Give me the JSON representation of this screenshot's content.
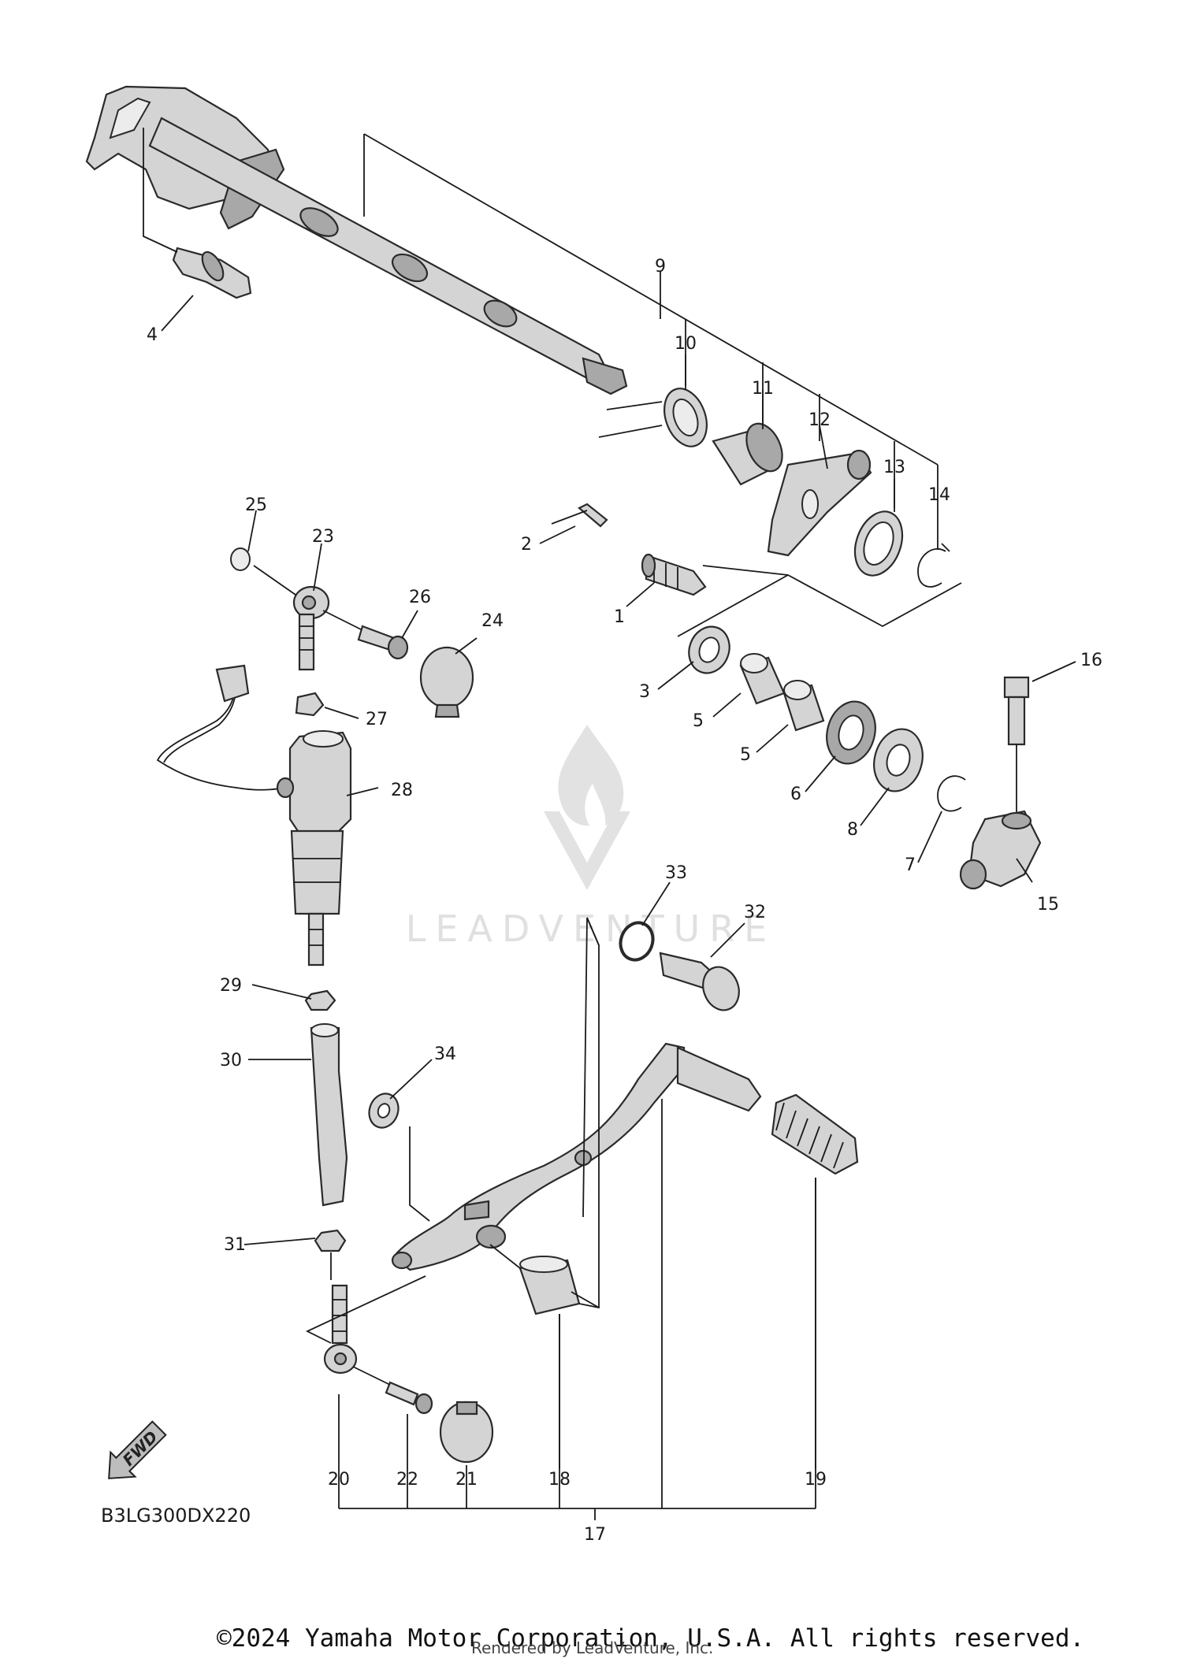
{
  "diagram": {
    "code": "B3LG300DX220",
    "fwd_label": "FWD",
    "watermark_text": "LEADVENTURE",
    "copyright": "©2024 Yamaha Motor Corporation, U.S.A. All rights reserved.",
    "rendered_by": "Rendered by LeadVenture, Inc.",
    "callouts": [
      "1",
      "2",
      "3",
      "4",
      "5",
      "5",
      "6",
      "7",
      "8",
      "9",
      "10",
      "11",
      "12",
      "13",
      "14",
      "15",
      "16",
      "17",
      "18",
      "19",
      "20",
      "21",
      "22",
      "23",
      "24",
      "25",
      "26",
      "27",
      "28",
      "29",
      "30",
      "31",
      "32",
      "33",
      "34"
    ]
  }
}
